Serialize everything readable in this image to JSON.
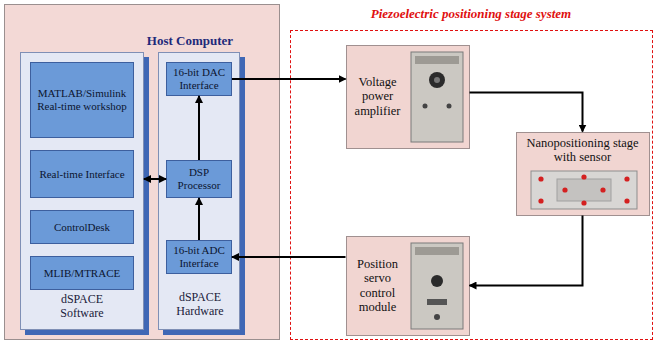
{
  "diagram": {
    "nodes": [
      {
        "text": [
          "Host Computer"
        ]
      },
      {
        "text": [
          "dSPACE Software"
        ],
        "in": 0
      },
      {
        "text": [
          "MATLAB/Simulink Real-time workshop"
        ],
        "in": 1
      },
      {
        "text": [
          "Real-time Interface"
        ],
        "in": 1
      },
      {
        "text": [
          "ControlDesk"
        ],
        "in": 1
      },
      {
        "text": [
          "MLIB/MTRACE"
        ],
        "in": 1
      },
      {
        "text": [
          "dSPACE Hardware"
        ],
        "in": 0
      },
      {
        "text": [
          "16-bit DAC Interface"
        ],
        "in": 6
      },
      {
        "text": [
          "DSP Processor"
        ],
        "in": 6
      },
      {
        "text": [
          "16-bit ADC Interface"
        ],
        "in": 6
      },
      {
        "text": [
          "Piezoelectric positioning stage system"
        ]
      },
      {
        "text": [
          "Voltage power amplifier"
        ],
        "in": 10
      },
      {
        "text": [
          "Nanopositioning stage with sensor"
        ],
        "in": 10
      },
      {
        "text": [
          "Position servo control module"
        ],
        "in": 10
      }
    ],
    "edges": [
      {
        "from": 7,
        "to": 11,
        "arrow": "to"
      },
      {
        "from": 11,
        "to": 12,
        "arrow": "to"
      },
      {
        "from": 12,
        "to": 13,
        "arrow": "to"
      },
      {
        "from": 13,
        "to": 9,
        "arrow": "to"
      },
      {
        "from": 9,
        "to": 8,
        "arrow": "to"
      },
      {
        "from": 8,
        "to": 7,
        "arrow": "to"
      },
      {
        "from": 1,
        "to": 8,
        "arrow": "both"
      }
    ]
  }
}
